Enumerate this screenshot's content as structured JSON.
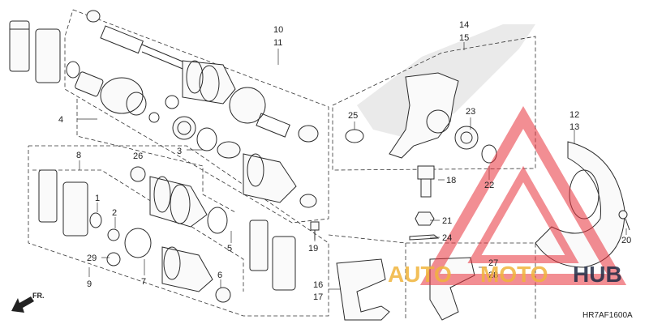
{
  "callouts": {
    "c10": "10",
    "c11": "11",
    "c4": "4",
    "c3": "3",
    "c14": "14",
    "c15": "15",
    "c25": "25",
    "c23": "23",
    "c12": "12",
    "c13": "13",
    "c18": "18",
    "c22": "22",
    "c8": "8",
    "c26": "26",
    "c1": "1",
    "c2": "2",
    "c5": "5",
    "c29": "29",
    "c7": "7",
    "c9": "9",
    "c6": "6",
    "c19": "19",
    "c16": "16",
    "c17": "17",
    "c21": "21",
    "c24": "24",
    "c27": "27",
    "c28": "28",
    "c20": "20"
  },
  "arrow_label": "FR.",
  "diagram_code": "HR7AF1600A",
  "watermark": {
    "part1": "AUTO",
    "part2": "MOTO",
    "part3": "HUB"
  },
  "colors": {
    "watermark_red": "#e8323c",
    "watermark_orange": "#f0b43c",
    "watermark_navy": "#1f2a44",
    "line": "#2b2b2b"
  }
}
